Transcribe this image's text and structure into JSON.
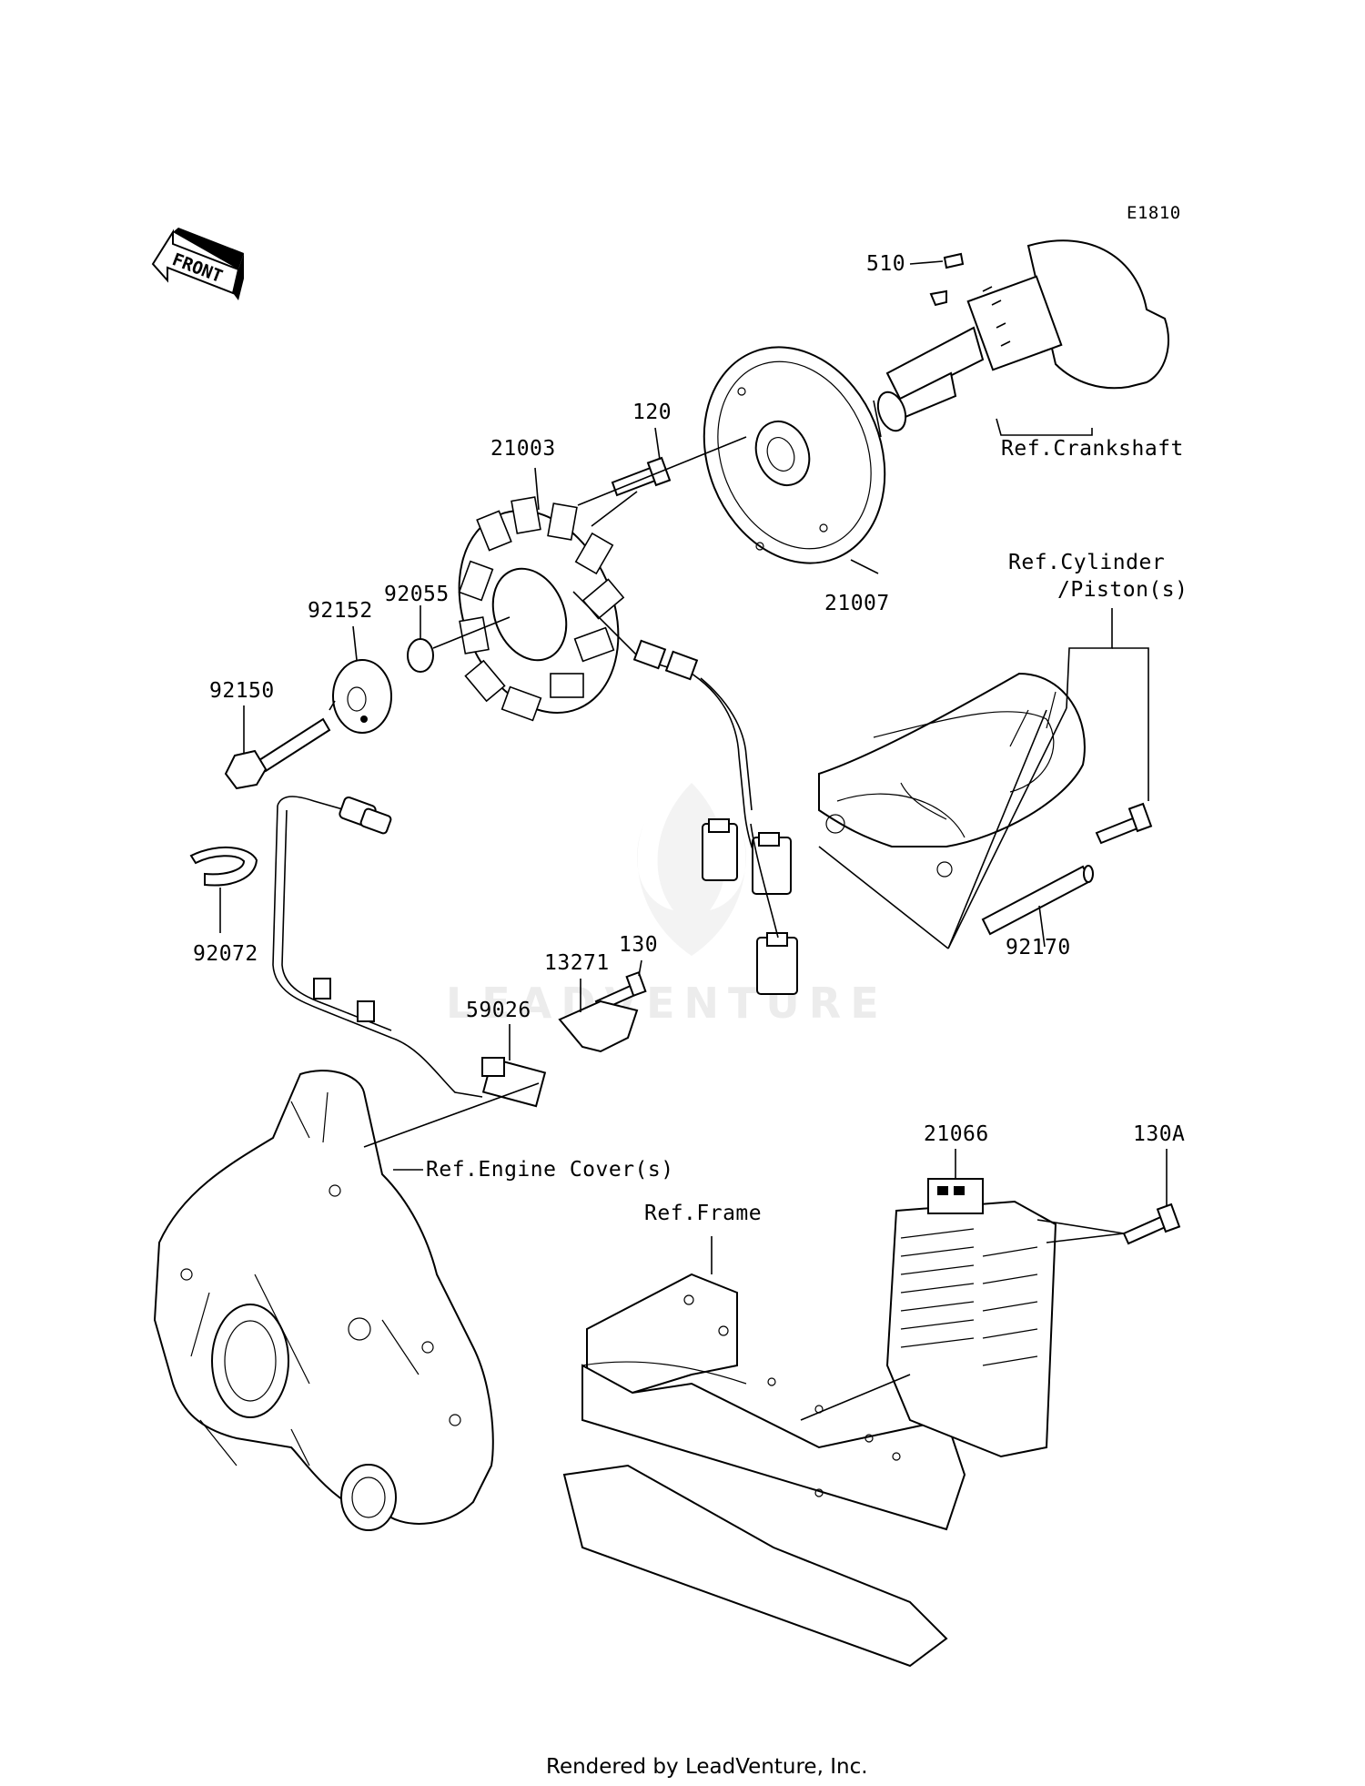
{
  "diagram_code": "E1810",
  "front_label": "FRONT",
  "watermark": "LEADVENTURE",
  "footer": "Rendered by LeadVenture, Inc.",
  "parts": {
    "p510": "510",
    "p120": "120",
    "p21003": "21003",
    "p21007": "21007",
    "p92055": "92055",
    "p92152": "92152",
    "p92150": "92150",
    "p92072": "92072",
    "p130": "130",
    "p13271": "13271",
    "p59026": "59026",
    "p92170": "92170",
    "p21066": "21066",
    "p130A": "130A"
  },
  "refs": {
    "crankshaft": "Ref.Crankshaft",
    "cylinder": "Ref.Cylinder",
    "piston": "/Piston(s)",
    "engine_cover": "Ref.Engine Cover(s)",
    "frame": "Ref.Frame"
  }
}
